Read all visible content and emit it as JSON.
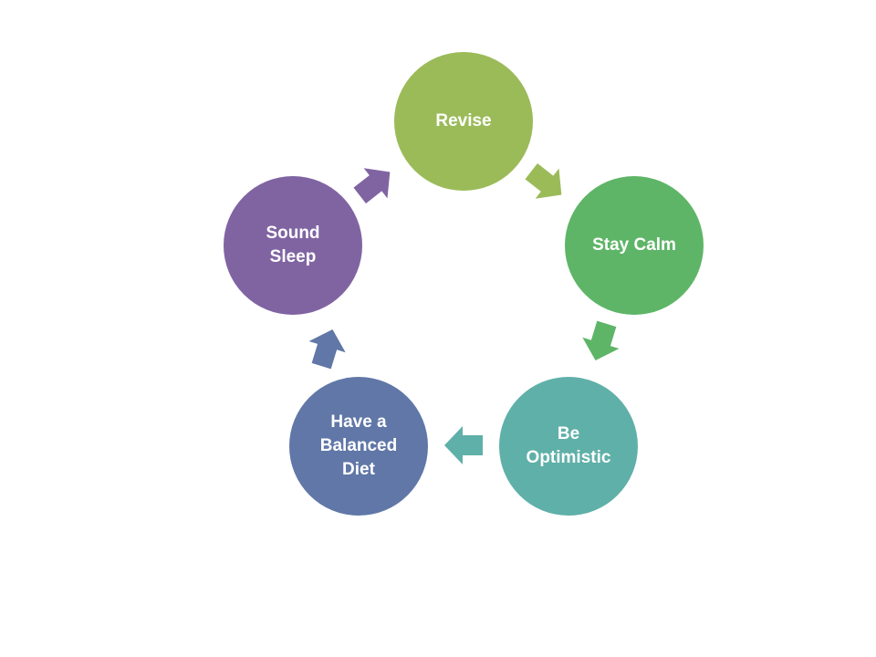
{
  "diagram": {
    "type": "cycle",
    "nodes": [
      {
        "id": "revise",
        "label": "Revise",
        "color": "#9BBB59"
      },
      {
        "id": "stay-calm",
        "label": "Stay Calm",
        "color": "#5EB567"
      },
      {
        "id": "optimistic",
        "label": "Be\nOptimistic",
        "color": "#5FB0A8"
      },
      {
        "id": "diet",
        "label": "Have a\nBalanced\nDiet",
        "color": "#6077A7"
      },
      {
        "id": "sleep",
        "label": "Sound\nSleep",
        "color": "#8064A2"
      }
    ],
    "edges": [
      {
        "from": "revise",
        "to": "stay-calm",
        "color": "#9BBB59"
      },
      {
        "from": "stay-calm",
        "to": "optimistic",
        "color": "#5EB567"
      },
      {
        "from": "optimistic",
        "to": "diet",
        "color": "#5FB0A8"
      },
      {
        "from": "diet",
        "to": "sleep",
        "color": "#6077A7"
      },
      {
        "from": "sleep",
        "to": "revise",
        "color": "#8064A2"
      }
    ]
  }
}
